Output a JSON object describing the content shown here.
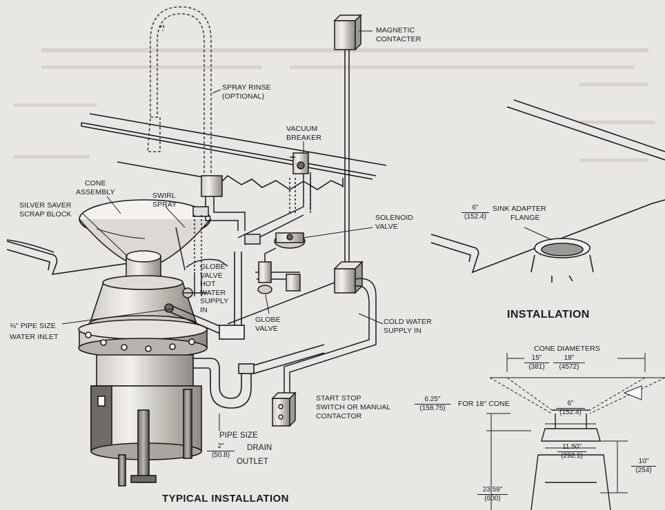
{
  "labels": {
    "magnetic_contacter": [
      "MAGNETIC",
      "CONTACTER"
    ],
    "spray_rinse": [
      "SPRAY RINSE",
      "(OPTIONAL)"
    ],
    "vacuum_breaker": [
      "VACUUM",
      "BREAKER"
    ],
    "cone_assembly": [
      "CONE",
      "ASSEMBLY"
    ],
    "silver_saver": [
      "SILVER SAVER",
      "SCRAP BLOCK"
    ],
    "swirl_spray": [
      "SWIRL",
      "SPRAY"
    ],
    "solenoid_valve": [
      "SOLENOID",
      "VALVE"
    ],
    "globe_valve_hot": [
      "GLOBE",
      "VALVE",
      "HOT",
      "WATER",
      "SUPPLY",
      "IN"
    ],
    "globe_valve": [
      "GLOBE",
      "VALVE"
    ],
    "cold_water": [
      "COLD WATER",
      "SUPPLY  IN"
    ],
    "pipe_size_inlet": [
      "⅜\" PIPE SIZE",
      "WATER INLET"
    ],
    "start_stop": [
      "START STOP",
      "SWITCH OR MANUAL",
      "CONTACTOR"
    ],
    "pipe_size": "PIPE SIZE",
    "drain_num": "2\"",
    "drain_word": "DRAIN",
    "drain_den": "(50.8)",
    "outlet_word": "OUTLET",
    "typical_installation": "TYPICAL INSTALLATION",
    "installation": "INSTALLATION",
    "sink_adapter_num": "6\"",
    "sink_adapter_den": "(152.4)",
    "sink_adapter_text": [
      "SINK ADAPTER",
      "FLANGE"
    ],
    "cone_diameters": "CONE DIAMETERS",
    "cone15_num": "15\"",
    "cone15_den": "(381)",
    "cone18_num": "18\"",
    "cone18_den": "(4572)",
    "for18_num": "6.25\"",
    "for18_den": "(158.75)",
    "for18_text": "FOR 18\" CONE",
    "neck_num": "6\"",
    "neck_den": "(152.4)",
    "body_num": "11.50\"",
    "body_den": "(292.1)",
    "height10_num": "10\"",
    "height10_den": "(254)",
    "total_num": "23.59\"",
    "total_den": "(600)"
  },
  "colors": {
    "background": "#e9e7e3",
    "ink": "#1a1a1a",
    "shade": "#9c9a96",
    "ghost_text": "#b4b1ac"
  }
}
